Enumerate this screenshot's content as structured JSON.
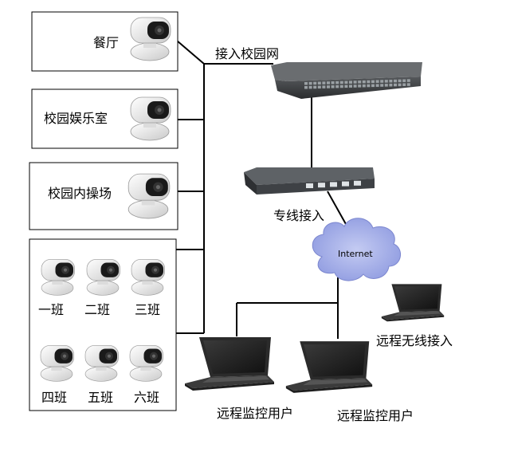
{
  "labels": {
    "restaurant": "餐厅",
    "recreation_room": "校园娱乐室",
    "playground": "校园内操场",
    "campus_network": "接入校园网",
    "dedicated_line": "专线接入",
    "internet": "Internet",
    "wireless_access": "远程无线接入",
    "remote_user_1": "远程监控用户",
    "remote_user_2": "远程监控用户"
  },
  "classes": [
    "一班",
    "二班",
    "三班",
    "四班",
    "五班",
    "六班"
  ],
  "colors": {
    "cloud": "#a9b3e6",
    "camera_body": "#f2f2f2",
    "camera_lens": "#1a1a1a",
    "switch": "#3a3c3e",
    "laptop": "#2b2b2b"
  },
  "icons": {
    "camera": "camera-icon",
    "switch": "network-switch-icon",
    "router": "router-icon",
    "cloud": "internet-cloud-icon",
    "laptop": "laptop-icon"
  }
}
